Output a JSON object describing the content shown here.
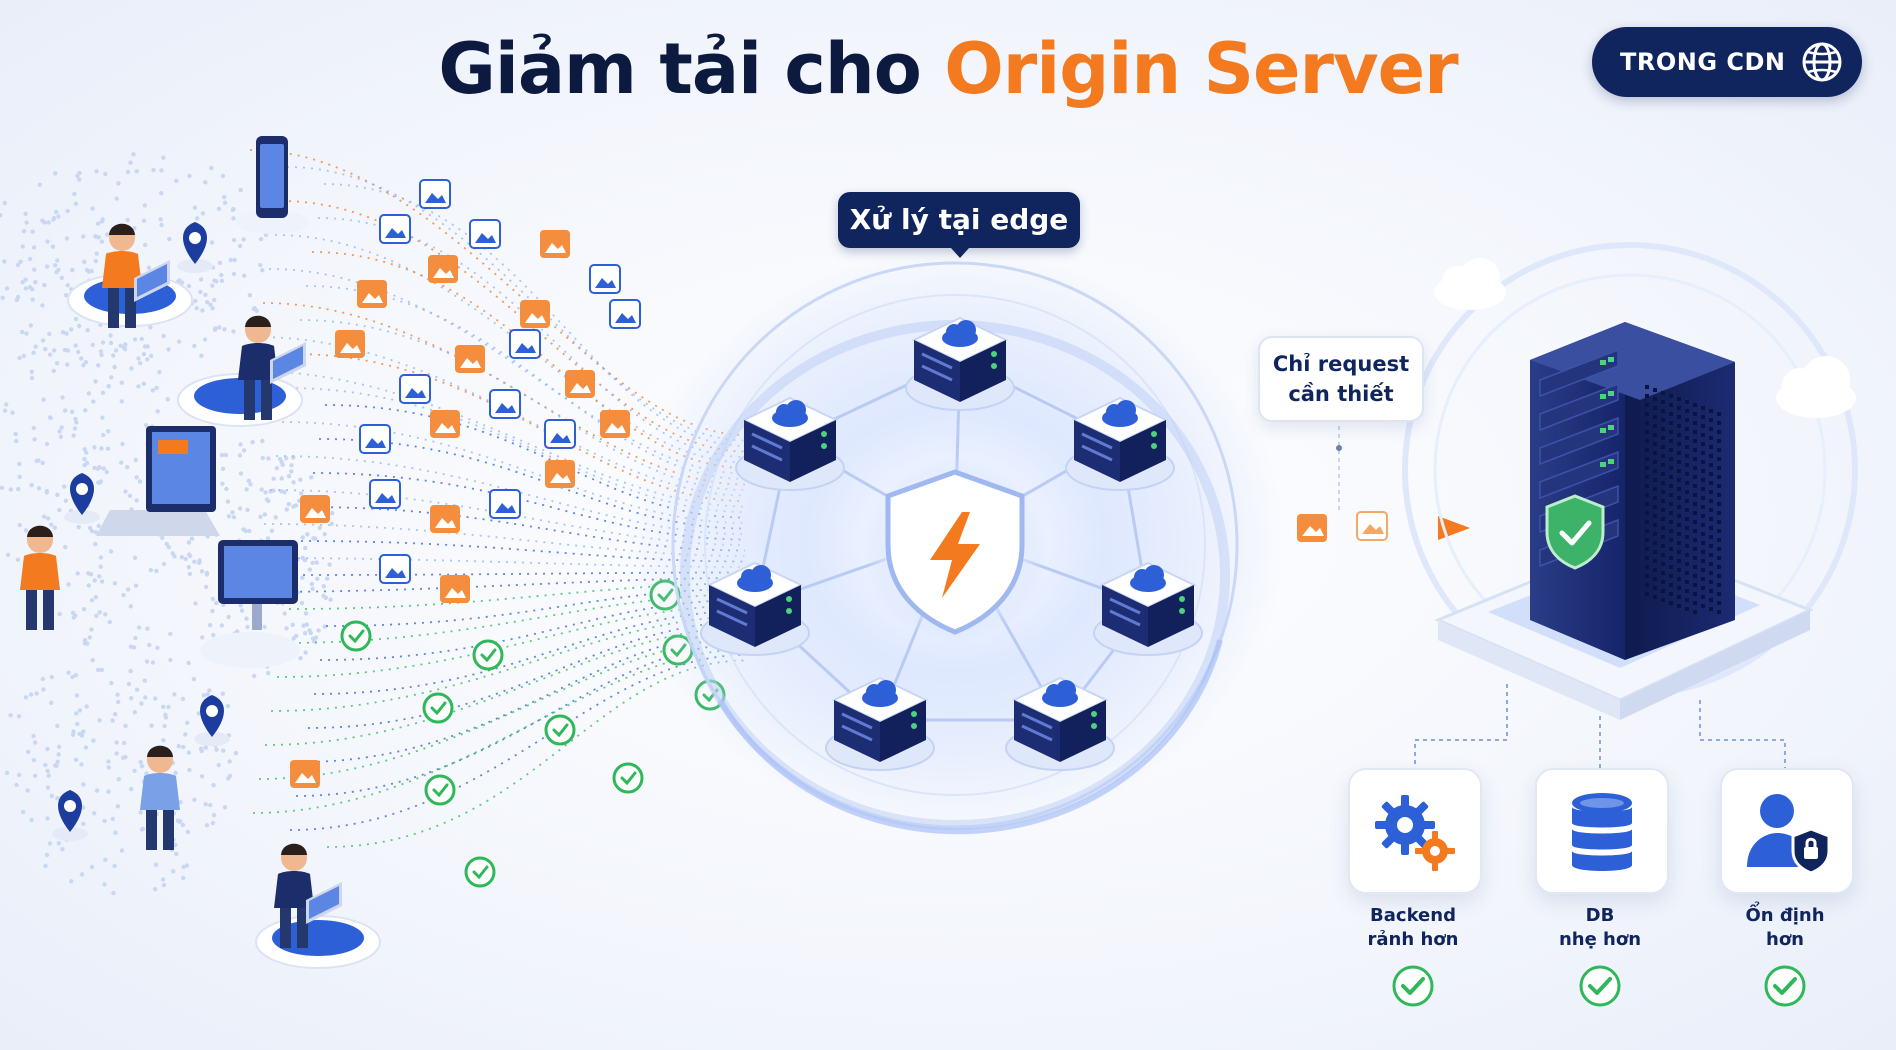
{
  "title": {
    "part1": "Giảm tải cho",
    "part2": "Origin Server"
  },
  "badge": {
    "label": "TRONG CDN",
    "icon": "globe-icon"
  },
  "edge_label": "Xử lý tại edge",
  "request_label": {
    "line1": "Chỉ request",
    "line2": "cần thiết"
  },
  "benefits": [
    {
      "line1": "Backend",
      "line2": "rảnh hơn",
      "icon": "gears-icon"
    },
    {
      "line1": "DB",
      "line2": "nhẹ hơn",
      "icon": "database-icon"
    },
    {
      "line1": "Ổn định",
      "line2": "hơn",
      "icon": "user-lock-icon"
    }
  ],
  "colors": {
    "navy": "#10245e",
    "orange": "#f47a1f",
    "blue": "#2d5fd6",
    "green": "#2fb85a",
    "light_blue": "#8fb2f2"
  }
}
